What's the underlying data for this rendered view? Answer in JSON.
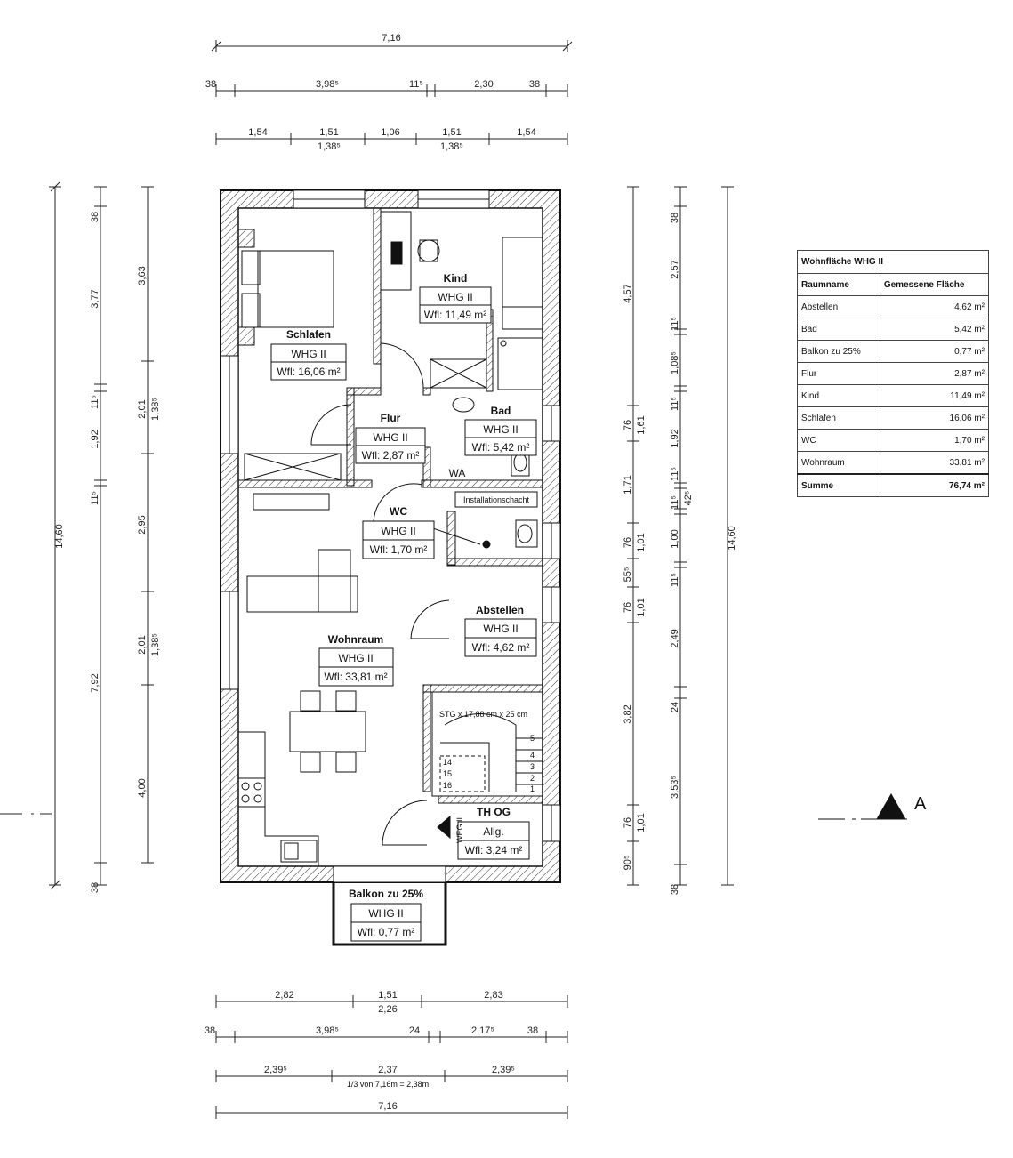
{
  "dimensions": {
    "top_total": "7,16",
    "top_row2": [
      "38",
      "3,98⁵",
      "11⁵",
      "2,30",
      "38"
    ],
    "top_row3": [
      "1,54",
      "1,51",
      "1,38⁵",
      "1,06",
      "1,51",
      "1,38⁵",
      "1,54"
    ],
    "left_total": "14,60",
    "left_col2": [
      "38",
      "3,77",
      "11⁵",
      "1,92",
      "11⁵",
      "7,92",
      "38"
    ],
    "left_col3": [
      "3,63",
      "2,01",
      "1,38⁵",
      "2,95",
      "2,01",
      "1,38⁵",
      "4,00"
    ],
    "right_col1": [
      "4,57",
      "76",
      "1,61",
      "1,71",
      "76",
      "1,01",
      "55⁵",
      "76",
      "1,01",
      "3,82",
      "76",
      "1,01",
      "90⁵"
    ],
    "right_col2": [
      "38",
      "2,57",
      "11⁵",
      "1,08⁵",
      "11⁵",
      "1,92",
      "11⁵",
      "42⁵",
      "11⁵",
      "1,00",
      "11⁵",
      "2,49",
      "24",
      "3,53⁵",
      "38"
    ],
    "right_total": "14,60",
    "bottom_row1": [
      "2,82",
      "1,51",
      "2,26",
      "2,83"
    ],
    "bottom_row2": [
      "38",
      "3,98⁵",
      "24",
      "2,17⁵",
      "38"
    ],
    "bottom_row3": [
      "2,39⁵",
      "2,37",
      "2,39⁵"
    ],
    "bottom_note": "1/3 von 7,16m = 2,38m",
    "bottom_total": "7,16"
  },
  "rooms": [
    {
      "name": "Kind",
      "unit": "WHG II",
      "area": "Wfl: 11,49 m²"
    },
    {
      "name": "Schlafen",
      "unit": "WHG II",
      "area": "Wfl: 16,06 m²"
    },
    {
      "name": "Flur",
      "unit": "WHG II",
      "area": "Wfl: 2,87 m²"
    },
    {
      "name": "Bad",
      "unit": "WHG II",
      "area": "Wfl: 5,42 m²"
    },
    {
      "name": "WC",
      "unit": "WHG II",
      "area": "Wfl: 1,70 m²"
    },
    {
      "name": "Abstellen",
      "unit": "WHG II",
      "area": "Wfl: 4,62 m²"
    },
    {
      "name": "Wohnraum",
      "unit": "WHG II",
      "area": "Wfl: 33,81 m²"
    },
    {
      "name": "TH OG",
      "unit": "Allg.",
      "area": "Wfl: 3,24 m²"
    },
    {
      "name": "Balkon zu 25%",
      "unit": "WHG II",
      "area": "Wfl: 0,77 m²"
    }
  ],
  "labels": {
    "wa": "WA",
    "installationsschacht": "Installationschacht",
    "stair": "STG x 17,88 cm x 25 cm",
    "weg": "WEG II",
    "section": "A",
    "stair_numbers": [
      "1",
      "2",
      "3",
      "4",
      "5",
      "14",
      "15",
      "16"
    ]
  },
  "area_table": {
    "title": "Wohnfläche WHG II",
    "col_room": "Raumname",
    "col_area": "Gemessene Fläche",
    "rows": [
      {
        "room": "Abstellen",
        "area": "4,62 m²"
      },
      {
        "room": "Bad",
        "area": "5,42 m²"
      },
      {
        "room": "Balkon zu 25%",
        "area": "0,77 m²"
      },
      {
        "room": "Flur",
        "area": "2,87 m²"
      },
      {
        "room": "Kind",
        "area": "11,49 m²"
      },
      {
        "room": "Schlafen",
        "area": "16,06 m²"
      },
      {
        "room": "WC",
        "area": "1,70 m²"
      },
      {
        "room": "Wohnraum",
        "area": "33,81 m²"
      }
    ],
    "sum_label": "Summe",
    "sum_value": "76,74 m²"
  }
}
